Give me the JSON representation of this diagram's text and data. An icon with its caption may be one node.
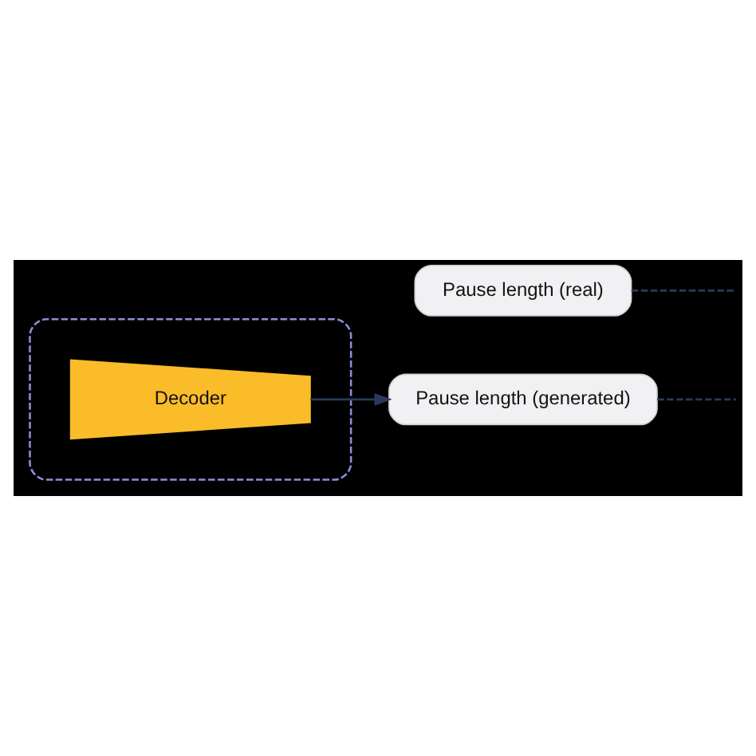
{
  "diagram": {
    "nodes": [
      {
        "text": [],
        "shape": "box"
      },
      {
        "text": [
          "Decoder"
        ],
        "in": 0
      },
      {
        "text": [
          "Pause length (real)"
        ]
      },
      {
        "text": [
          "Pause length (generated)"
        ]
      }
    ],
    "edges": [
      {
        "from": 1,
        "to": 3,
        "arrow": "to"
      },
      {
        "from": 2,
        "to": null,
        "arrow": "none",
        "style": "dashed"
      },
      {
        "from": 3,
        "to": null,
        "arrow": "none",
        "style": "dashed"
      }
    ]
  }
}
